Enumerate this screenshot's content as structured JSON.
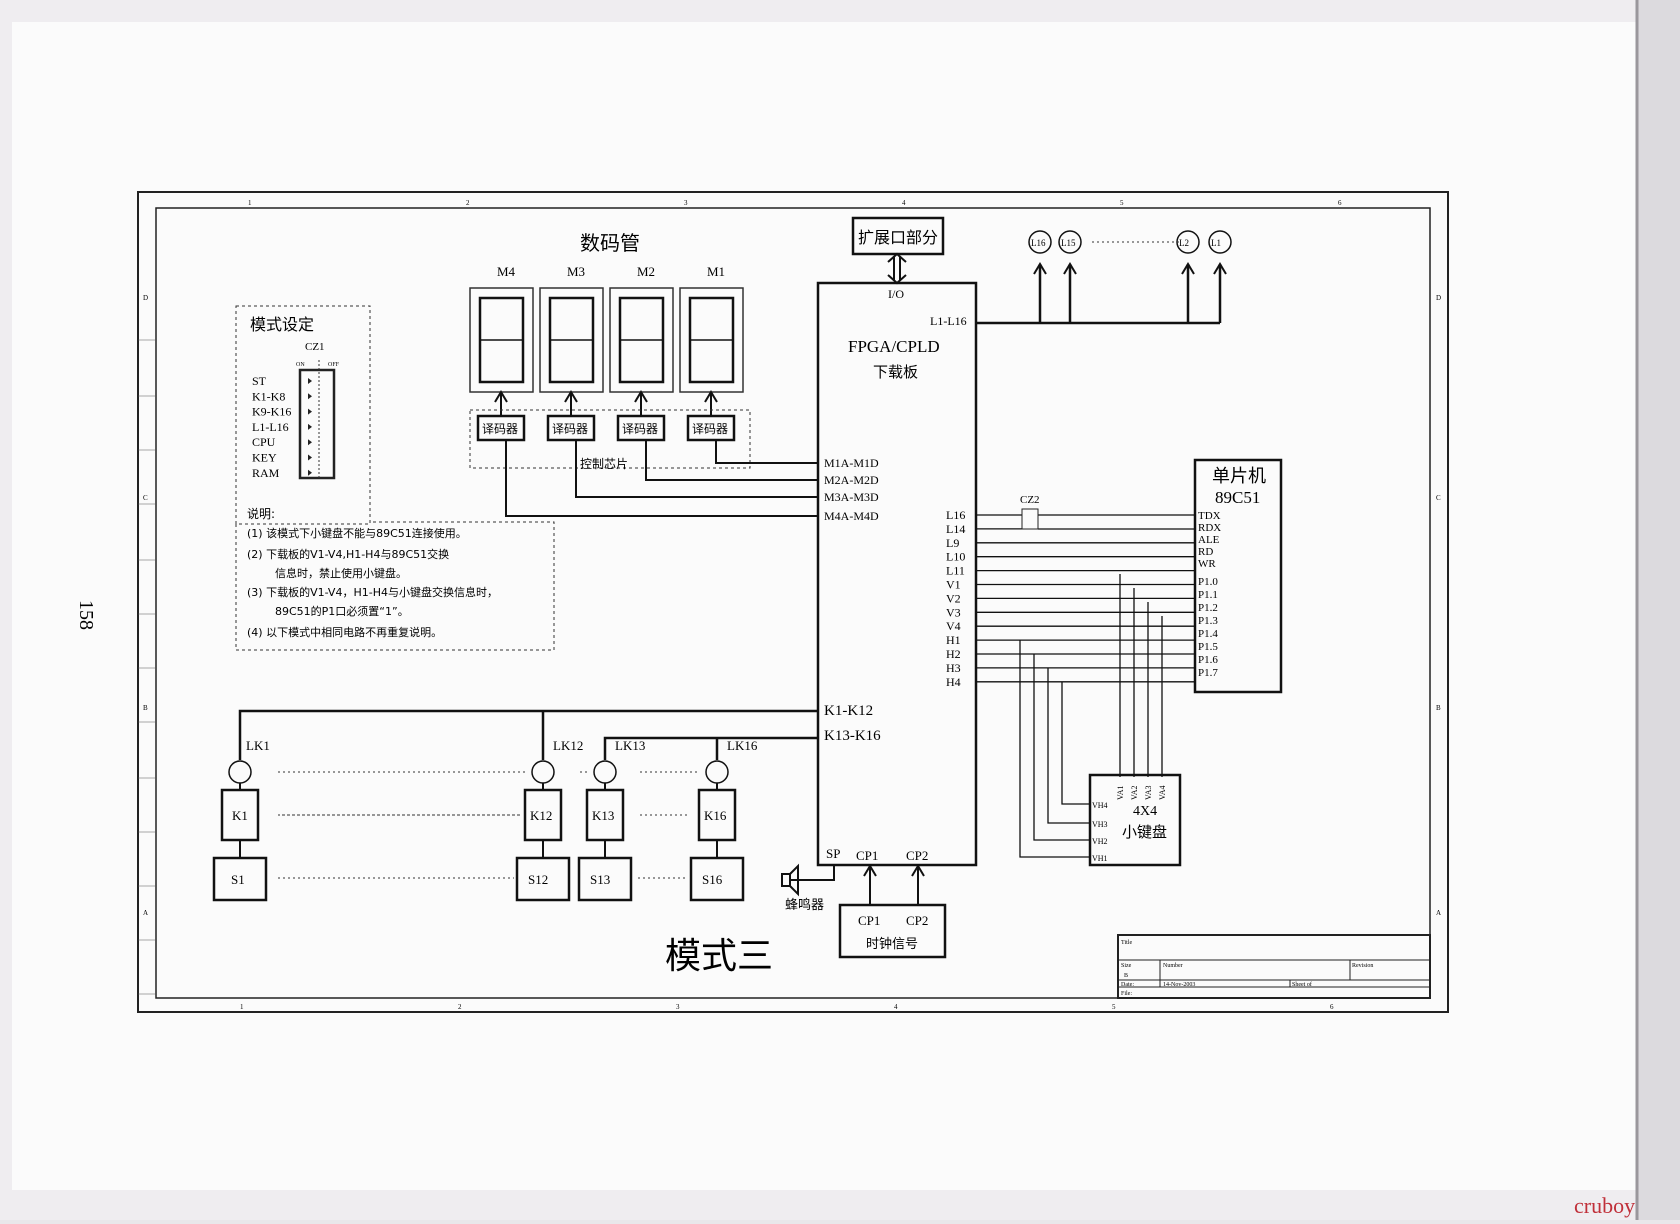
{
  "page_number": "158",
  "watermark": "cruboy",
  "diagram_title": "模式三",
  "ruler": {
    "top": [
      "1",
      "2",
      "3",
      "4",
      "5",
      "6"
    ],
    "bottom": [
      "1",
      "2",
      "3",
      "4",
      "5",
      "6"
    ],
    "left": [
      "D",
      "C",
      "B",
      "A"
    ],
    "right": [
      "D",
      "C",
      "B",
      "A"
    ]
  },
  "expansion": {
    "label": "扩展口部分",
    "io": "I/O"
  },
  "leds": [
    "L16",
    "L15",
    "L2",
    "L1"
  ],
  "led_bus": "L1-L16",
  "fpga": {
    "title": "FPGA/CPLD",
    "subtitle": "下载板"
  },
  "digits": {
    "title": "数码管",
    "tubes": [
      "M4",
      "M3",
      "M2",
      "M1"
    ],
    "decoder_label": "译码器",
    "control_chip": "控制芯片",
    "ports": [
      "M1A-M1D",
      "M2A-M2D",
      "M3A-M3D",
      "M4A-M4D"
    ]
  },
  "mode_setting": {
    "title": "模式设定",
    "connector": "CZ1",
    "on": "ON",
    "off": "OFF",
    "items": [
      "ST",
      "K1-K8",
      "K9-K16",
      "L1-L16",
      "CPU",
      "KEY",
      "RAM"
    ]
  },
  "notes": {
    "title": "说明:",
    "lines": [
      "(1) 该模式下小键盘不能与89C51连接使用。",
      "(2) 下载板的V1-V4,H1-H4与89C51交换",
      "信息时，禁止使用小键盘。",
      "(3) 下载板的V1-V4，H1-H4与小键盘交换信息时，",
      "89C51的P1口必须置“1”。",
      "(4) 以下模式中相同电路不再重复说明。"
    ]
  },
  "mcu": {
    "title": "单片机",
    "model": "89C51",
    "pins": [
      "TDX",
      "RDX",
      "ALE",
      "RD",
      "WR",
      "P1.0",
      "P1.1",
      "P1.2",
      "P1.3",
      "P1.4",
      "P1.5",
      "P1.6",
      "P1.7"
    ]
  },
  "cz2": "CZ2",
  "fpga_right_pins": [
    "L16",
    "L14",
    "L9",
    "L10",
    "L11",
    "V1",
    "V2",
    "V3",
    "V4",
    "H1",
    "H2",
    "H3",
    "H4"
  ],
  "keypad": {
    "label": "4X4",
    "name": "小键盘",
    "vh": [
      "VH4",
      "VH3",
      "VH2",
      "VH1"
    ],
    "va": [
      "VA1",
      "VA2",
      "VA3",
      "VA4"
    ]
  },
  "key_ports": [
    "K1-K12",
    "K13-K16"
  ],
  "keys": [
    {
      "lk": "LK1",
      "k": "K1",
      "s": "S1"
    },
    {
      "lk": "LK12",
      "k": "K12",
      "s": "S12"
    },
    {
      "lk": "LK13",
      "k": "K13",
      "s": "S13"
    },
    {
      "lk": "LK16",
      "k": "K16",
      "s": "S16"
    }
  ],
  "bottom_pins": {
    "sp": "SP",
    "cp1": "CP1",
    "cp2": "CP2"
  },
  "buzzer": "蜂鸣器",
  "clock": {
    "cp1": "CP1",
    "cp2": "CP2",
    "label": "时钟信号"
  },
  "title_block": {
    "title_label": "Title",
    "size_label": "Size",
    "size_value": "B",
    "number_label": "Number",
    "revision_label": "Revision",
    "date_label": "Date:",
    "date_value": "14-Nov-2003",
    "sheet_label": "Sheet    of",
    "file_label": "File:"
  }
}
